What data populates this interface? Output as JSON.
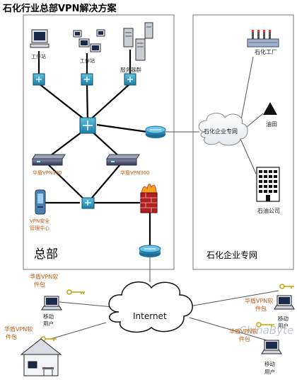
{
  "title": "石化行业总部VPN解决方案",
  "hq": {
    "zone_label": "总部",
    "workstation_label_1": "工作站",
    "workstation_label_2": "工作站",
    "server_label": "服务器群",
    "vpn_device_1": "华盾VPN300",
    "vpn_device_2": "华盾VPN300",
    "mgmt_label_line1": "VPN安全",
    "mgmt_label_line2": "管理中心"
  },
  "enterprise": {
    "zone_label": "石化企业专网",
    "cloud_label": "石化企业专网",
    "factory_label": "石化工厂",
    "oilfield_label": "油田",
    "company_label": "石油公司"
  },
  "internet": {
    "cloud_label": "Internet"
  },
  "remote": {
    "pkg_left_line1": "华盾VPN软",
    "pkg_left_line2": "件包",
    "mobile_left_line1": "移动",
    "mobile_left_line2": "用户",
    "pkg_house_line1": "华盾VPN软",
    "pkg_house_line2": "件包",
    "pkg_right1_line1": "华盾VPN软",
    "pkg_right1_line2": "件包",
    "mobile_right1_line1": "移动",
    "mobile_right1_line2": "用户",
    "pkg_right2_line1": "华盾VPN软",
    "pkg_right2_line2": "件包",
    "mobile_right2_line1": "移动",
    "mobile_right2_line2": "用户"
  },
  "watermark": "ChinaByte"
}
